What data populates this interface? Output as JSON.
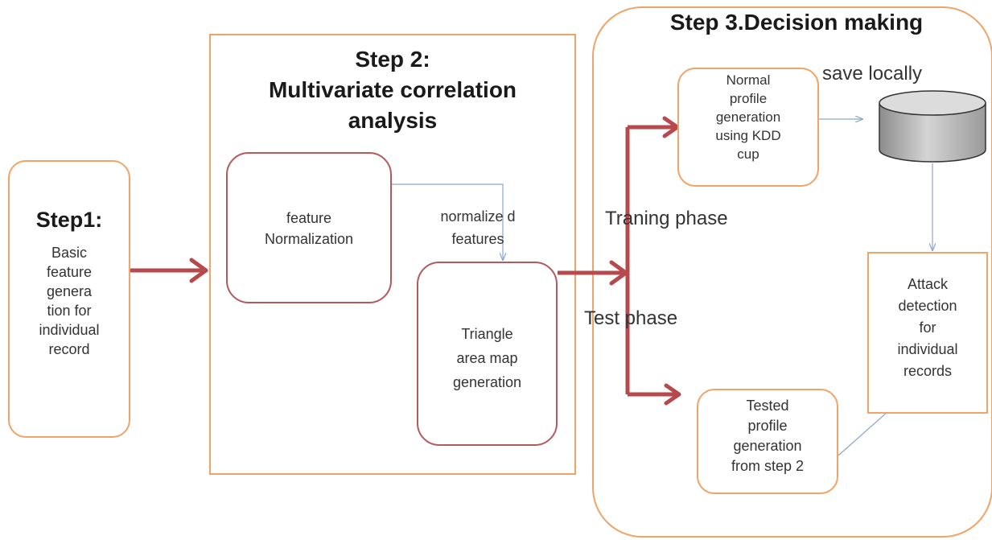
{
  "step1": {
    "title": "Step1:",
    "body": "Basic\nfeature\ngenera\ntion for\nindividual\nrecord"
  },
  "step2": {
    "title": "Step 2:\nMultivariate correlation\nanalysis",
    "feature_norm": "feature\nNormalization",
    "normalized_features": "normalize d\nfeatures",
    "triangle": "Triangle\narea map\ngeneration"
  },
  "step3": {
    "title": "Step 3.Decision making",
    "normal_profile": "Normal\nprofile\ngeneration\nusing KDD\ncup",
    "save_locally": "save locally",
    "training_phase": "Traning phase",
    "test_phase": "Test phase",
    "attack_detection": "Attack\ndetection\nfor\nindividual\nrecords",
    "tested_profile": "Tested\nprofile\ngeneration\nfrom step 2"
  },
  "colors": {
    "box_border": "#f0a467",
    "inner_border": "#b35a5e",
    "thick_arrow": "#b5494c",
    "thin_arrow": "#8aa6cc"
  }
}
